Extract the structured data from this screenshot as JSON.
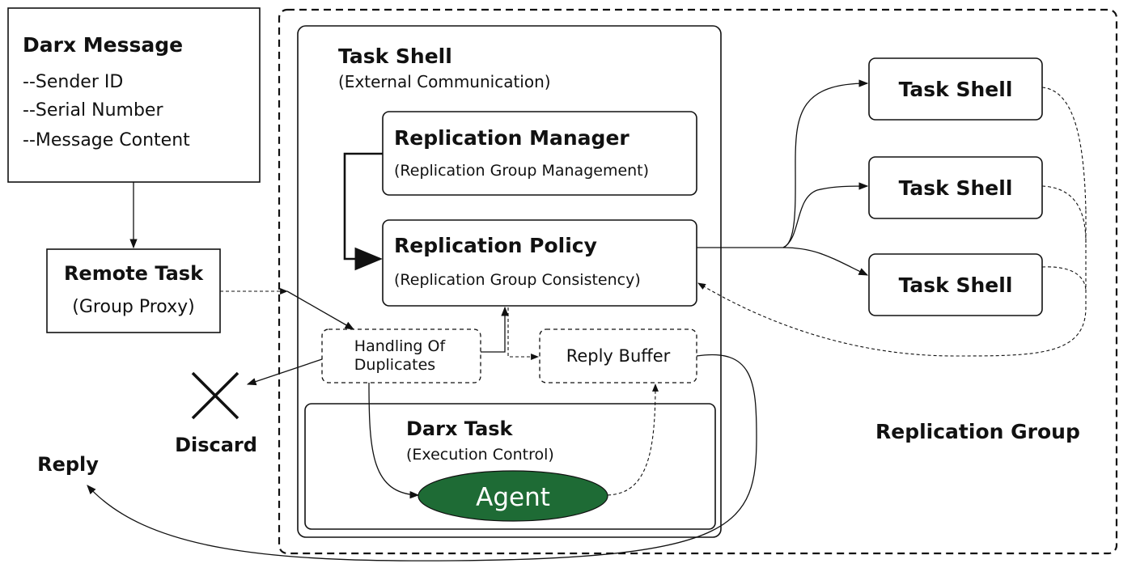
{
  "darx_message": {
    "title": "Darx Message",
    "fields": [
      "--Sender ID",
      "--Serial Number",
      "--Message Content"
    ]
  },
  "remote_task": {
    "title": "Remote Task",
    "subtitle": "(Group Proxy)"
  },
  "task_shell": {
    "title": "Task Shell",
    "subtitle": "(External Communication)"
  },
  "replication_manager": {
    "title": "Replication Manager",
    "subtitle": "(Replication Group Management)"
  },
  "replication_policy": {
    "title": "Replication Policy",
    "subtitle": "(Replication Group Consistency)"
  },
  "handling_duplicates": {
    "line1": "Handling Of",
    "line2": "Duplicates"
  },
  "reply_buffer": {
    "label": "Reply Buffer"
  },
  "darx_task": {
    "title": "Darx Task",
    "subtitle": "(Execution Control)"
  },
  "agent": {
    "label": "Agent",
    "color": "#1e6b35"
  },
  "discard": {
    "label": "Discard"
  },
  "reply": {
    "label": "Reply"
  },
  "replica_shells": [
    {
      "label": "Task Shell"
    },
    {
      "label": "Task Shell"
    },
    {
      "label": "Task Shell"
    }
  ],
  "replication_group": {
    "label": "Replication Group"
  }
}
